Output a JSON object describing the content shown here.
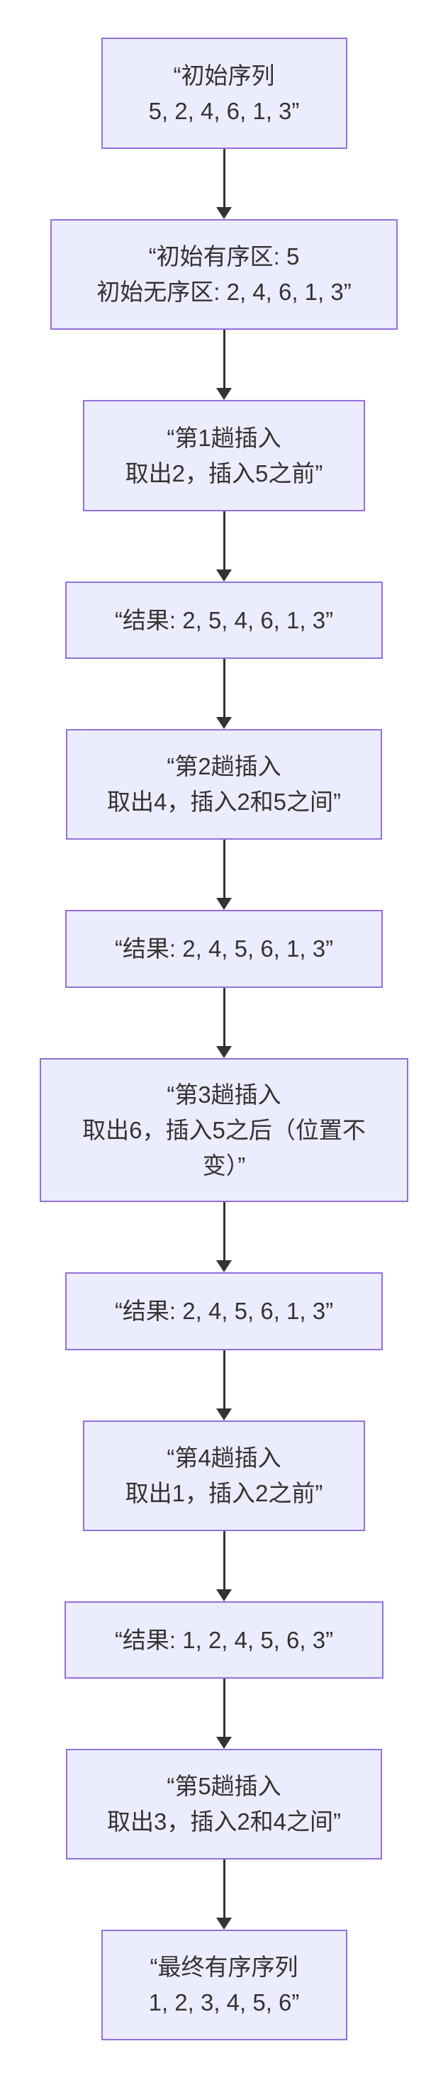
{
  "diagram": {
    "type": "flowchart",
    "direction": "top-down",
    "colors": {
      "node_fill": "#ECECFF",
      "node_border": "#9370DB",
      "text": "#333333",
      "arrow": "#333333",
      "background": "#FFFFFF"
    },
    "nodes": [
      {
        "id": "initial-sequence",
        "lines": [
          "“初始序列",
          "5, 2, 4, 6, 1, 3”"
        ]
      },
      {
        "id": "initial-partitions",
        "lines": [
          "“初始有序区: 5",
          "初始无序区: 2, 4, 6, 1, 3”"
        ]
      },
      {
        "id": "pass-1",
        "lines": [
          "“第1趟插入",
          "取出2，插入5之前”"
        ]
      },
      {
        "id": "result-1",
        "lines": [
          "“结果: 2, 5, 4, 6, 1, 3”"
        ]
      },
      {
        "id": "pass-2",
        "lines": [
          "“第2趟插入",
          "取出4，插入2和5之间”"
        ]
      },
      {
        "id": "result-2",
        "lines": [
          "“结果: 2, 4, 5, 6, 1, 3”"
        ]
      },
      {
        "id": "pass-3",
        "lines": [
          "“第3趟插入",
          "取出6，插入5之后（位置不",
          "变）”"
        ]
      },
      {
        "id": "result-3",
        "lines": [
          "“结果: 2, 4, 5, 6, 1, 3”"
        ]
      },
      {
        "id": "pass-4",
        "lines": [
          "“第4趟插入",
          "取出1，插入2之前”"
        ]
      },
      {
        "id": "result-4",
        "lines": [
          "“结果: 1, 2, 4, 5, 6, 3”"
        ]
      },
      {
        "id": "pass-5",
        "lines": [
          "“第5趟插入",
          "取出3，插入2和4之间”"
        ]
      },
      {
        "id": "final-sequence",
        "lines": [
          "“最终有序序列",
          "1, 2, 3, 4, 5, 6”"
        ]
      }
    ]
  }
}
